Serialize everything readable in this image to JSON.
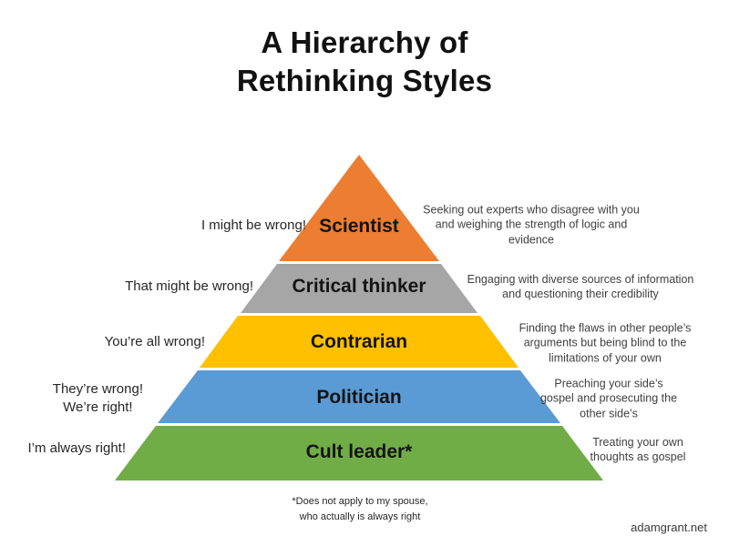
{
  "title": "A Hierarchy of\nRethinking Styles",
  "levels": [
    {
      "name": "Scientist",
      "color": "#ED7D31",
      "left_text": "I might be wrong!",
      "right_text": "Seeking out experts who disagree with you and weighing the strength of logic and evidence"
    },
    {
      "name": "Critical thinker",
      "color": "#A6A6A6",
      "left_text": "That might be wrong!",
      "right_text": "Engaging with diverse sources of information and questioning their credibility"
    },
    {
      "name": "Contrarian",
      "color": "#FFC000",
      "left_text": "You’re all wrong!",
      "right_text": "Finding the flaws in other people’s arguments but being blind to the limitations of your own"
    },
    {
      "name": "Politician",
      "color": "#5B9BD5",
      "left_text": "They’re wrong!\nWe’re right!",
      "right_text": "Preaching your side’s gospel and prosecuting the other side’s"
    },
    {
      "name": "Cult leader*",
      "color": "#70AD47",
      "left_text": "I’m always right!",
      "right_text": "Treating your own thoughts as gospel"
    }
  ],
  "footnote": "*Does not apply to my spouse,\nwho actually is always right",
  "credit": "adamgrant.net"
}
